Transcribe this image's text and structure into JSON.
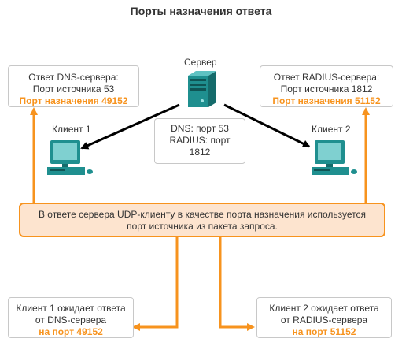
{
  "title": "Порты назначения ответа",
  "server": {
    "label": "Сервер"
  },
  "client1": {
    "label": "Клиент 1"
  },
  "client2": {
    "label": "Клиент 2"
  },
  "dns_reply": {
    "line1": "Ответ DNS-сервера:",
    "line2": "Порт источника 53",
    "line3": "Порт назначения 49152"
  },
  "radius_reply": {
    "line1": "Ответ RADIUS-сервера:",
    "line2": "Порт источника 1812",
    "line3": "Порт назначения 51152"
  },
  "server_ports": {
    "line1": "DNS: порт 53",
    "line2": "RADIUS: порт",
    "line3": "1812"
  },
  "note": {
    "line1": "В ответе сервера UDP-клиенту в качестве порта назначения используется",
    "line2": "порт источника из пакета запроса."
  },
  "client1_wait": {
    "line1": "Клиент 1 ожидает ответа",
    "line2": "от DNS-сервера",
    "line3": "на порт 49152"
  },
  "client2_wait": {
    "line1": "Клиент 2 ожидает ответа",
    "line2": "от RADIUS-сервера",
    "line3": "на порт 51152"
  },
  "colors": {
    "accent": "#f7931e",
    "device": "#1f8f8f",
    "note_fill": "#fde4cf",
    "box_border": "#c8c8c8"
  }
}
